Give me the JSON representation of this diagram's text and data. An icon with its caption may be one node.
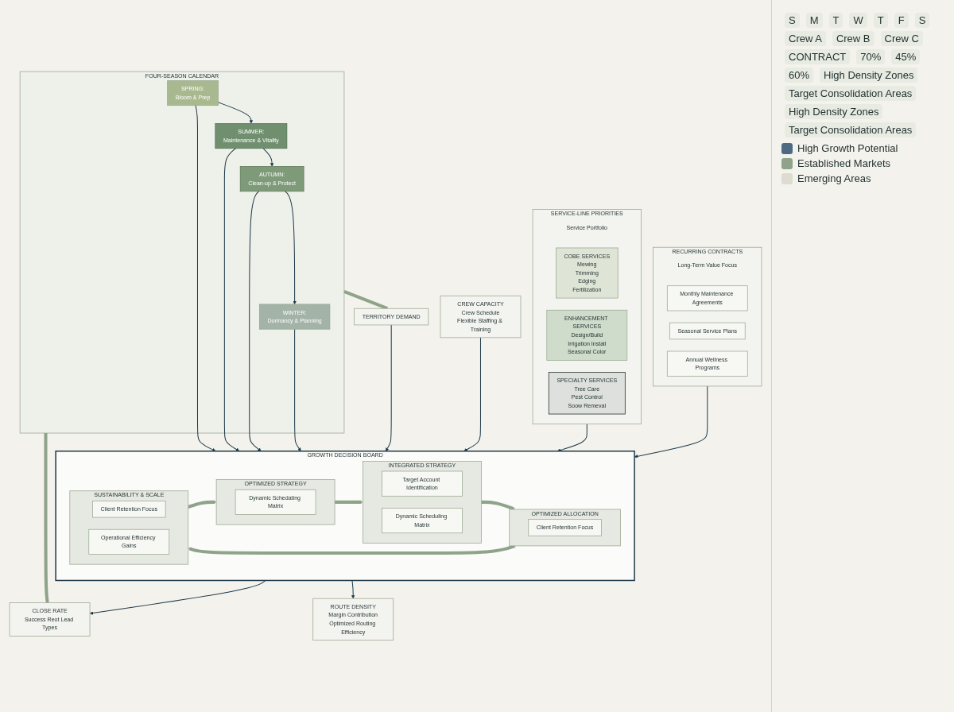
{
  "diagram": {
    "nodes": [
      {
        "text": [
          "FOUR-SEASON CALENDAR"
        ]
      },
      {
        "text": [
          "SPRING:",
          "Bloom & Prep"
        ],
        "in": 0
      },
      {
        "text": [
          "SUMMER:",
          "Maintenance & Vitality"
        ],
        "in": 0
      },
      {
        "text": [
          "AUTUMN:",
          "Clean-up & Protect"
        ],
        "in": 0
      },
      {
        "text": [
          "WINTER:",
          "Dormancy & Planning"
        ],
        "in": 0
      },
      {
        "text": [
          "TERRITORY DEMAND"
        ]
      },
      {
        "text": [
          "CREW CAPACITY",
          "Crew Schedule",
          "Flexible Staffing & Training"
        ]
      },
      {
        "text": [
          "SERVICE-LINE PRIORITIES",
          "Service Portfolio"
        ]
      },
      {
        "text": [
          "COBE SERVICES",
          "Mewing",
          "Trimming",
          "Edging",
          "Fertilization"
        ],
        "in": 7
      },
      {
        "text": [
          "ENHANCEMENT SERVICES",
          "Design/Build",
          "Irrigation Install",
          "Seasonal Color"
        ],
        "in": 7
      },
      {
        "text": [
          "SPECIALTY SERVICES",
          "Tree Care",
          "Pest Control",
          "Soow Remeval"
        ],
        "in": 7
      },
      {
        "text": [
          "GROWTH DECISION BOARD"
        ]
      },
      {
        "text": [
          "INTEGRATED STRATEGY"
        ],
        "in": 11
      },
      {
        "text": [
          "Target Account Identification"
        ],
        "in": 12
      },
      {
        "text": [
          "Dynamic Scheduling Matrix"
        ],
        "in": 12
      },
      {
        "text": [
          "OPTIMIZED STRATEGY"
        ],
        "in": 11
      },
      {
        "text": [
          "Dynamic Schedating Matrix"
        ],
        "in": 15
      },
      {
        "text": [
          "OPTIMIZED ALLOCATION"
        ],
        "in": 11
      },
      {
        "text": [
          "Client Retention Focus"
        ],
        "in": 17
      },
      {
        "text": [
          "SUSTAINABILITY & SCALE"
        ],
        "in": 11
      },
      {
        "text": [
          "Client Retention Focus"
        ],
        "in": 19
      },
      {
        "text": [
          "Operational Efficiency Gains"
        ],
        "in": 19
      },
      {
        "text": [
          "CLOSE RATE",
          "Success Reot Lead Types"
        ]
      },
      {
        "text": [
          "RECURRING CONTRACTS",
          "Long-Term Value Focus"
        ]
      },
      {
        "text": [
          "Monthly Maintenance Agreements"
        ],
        "in": 23
      },
      {
        "text": [
          "Seasonal Service Plans"
        ],
        "in": 23
      },
      {
        "text": [
          "Annual Wellness Programs"
        ],
        "in": 23
      },
      {
        "text": [
          "ROUTE DENSITY",
          "Margin Contribution",
          "Optimized Routing Efficiency"
        ]
      }
    ],
    "edges": [
      {
        "from": 1,
        "to": 2,
        "arrow": "to"
      },
      {
        "from": 2,
        "to": 3,
        "arrow": "to"
      },
      {
        "from": 3,
        "to": 4,
        "arrow": "to"
      },
      {
        "from": 0,
        "to": 5,
        "arrow": "none",
        "style": "thick",
        "color": "#8fa38a"
      },
      {
        "from": 0,
        "to": 22,
        "arrow": "none",
        "style": "thick",
        "color": "#8fa38a"
      },
      {
        "from": 1,
        "to": 11,
        "arrow": "to"
      },
      {
        "from": 2,
        "to": 11,
        "arrow": "to"
      },
      {
        "from": 3,
        "to": 11,
        "arrow": "to"
      },
      {
        "from": 4,
        "to": 11,
        "arrow": "to"
      },
      {
        "from": 5,
        "to": 11,
        "arrow": "to"
      },
      {
        "from": 6,
        "to": 11,
        "arrow": "to"
      },
      {
        "from": 7,
        "to": 11,
        "arrow": "to"
      },
      {
        "from": 11,
        "to": 22,
        "arrow": "to"
      },
      {
        "from": 23,
        "to": 11,
        "arrow": "to"
      },
      {
        "from": 11,
        "to": 27,
        "arrow": "to"
      },
      {
        "from": 12,
        "to": 17,
        "arrow": "to",
        "style": "thick",
        "color": "#8fa38a"
      },
      {
        "from": 17,
        "to": 19,
        "arrow": "to",
        "style": "thick",
        "color": "#8fa38a"
      },
      {
        "from": 19,
        "to": 15,
        "arrow": "to",
        "style": "thick",
        "color": "#8fa38a"
      },
      {
        "from": 15,
        "to": 12,
        "arrow": "to",
        "style": "thick",
        "color": "#8fa38a"
      }
    ],
    "labels": [
      "S",
      "M",
      "T",
      "W",
      "T",
      "F",
      "S",
      "Crew A",
      "Crew B",
      "Crew C",
      "CONTRACT",
      "70%",
      "45%",
      "60%",
      "High Density Zones",
      "Target Consolidation Areas",
      "High Density Zones",
      "Target Consolidation Areas"
    ],
    "legend": [
      {
        "text": "High Growth Potential",
        "color": "#4e6a82"
      },
      {
        "text": "Established Markets",
        "color": "#8fa38a"
      },
      {
        "text": "Emerging Areas",
        "color": "#dcdcd0"
      }
    ]
  }
}
